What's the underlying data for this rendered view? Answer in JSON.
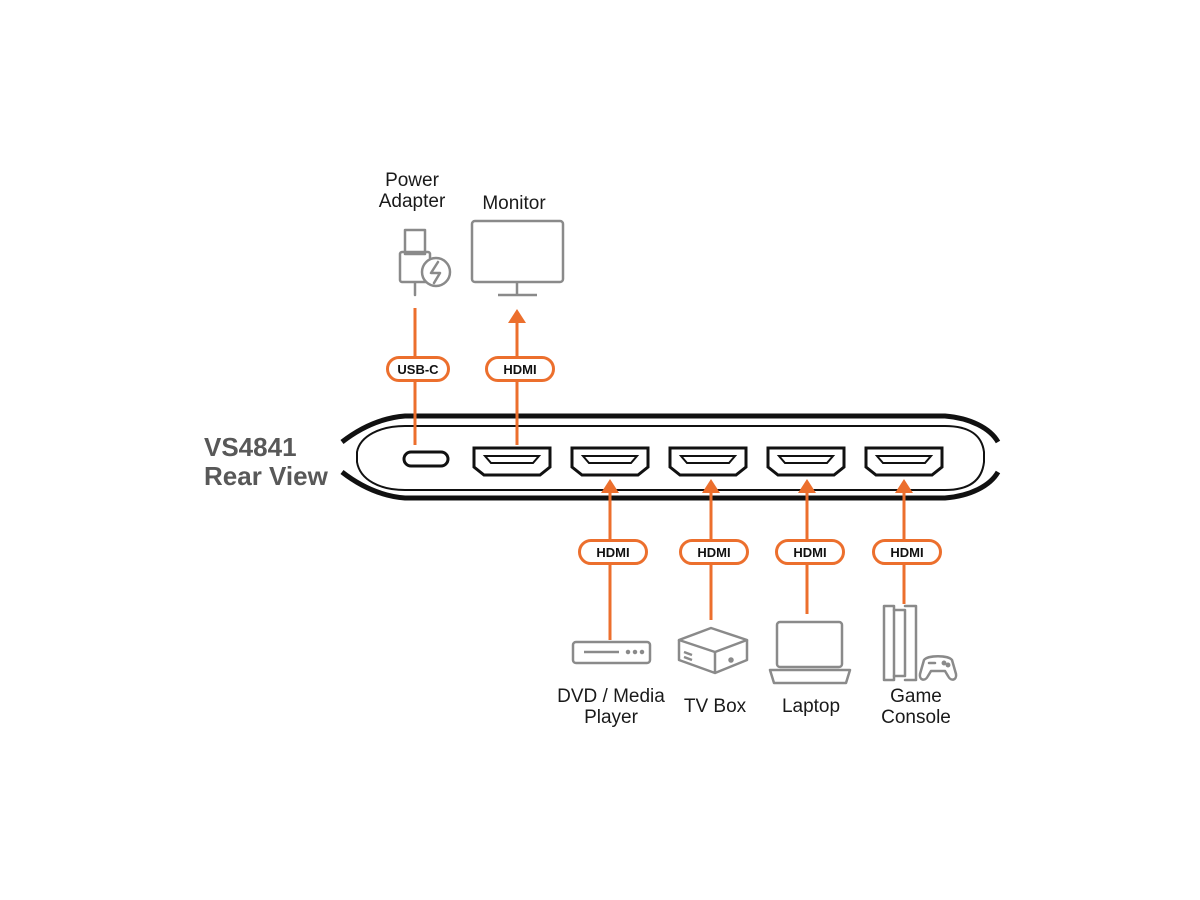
{
  "product": {
    "model": "VS4841",
    "view": "Rear View"
  },
  "colors": {
    "cable": "#ec6f2d",
    "device_outline": "#8a8a8a",
    "chassis": "#111111",
    "title": "#585858"
  },
  "top_connections": [
    {
      "device": [
        "Power",
        "Adapter"
      ],
      "icon": "power-adapter-icon",
      "cable": "USB-C",
      "port": "usb-c-port",
      "direction": "none"
    },
    {
      "device": [
        "Monitor"
      ],
      "icon": "monitor-icon",
      "cable": "HDMI",
      "port": "hdmi-out-port",
      "direction": "to-device"
    }
  ],
  "bottom_connections": [
    {
      "device": [
        "DVD / Media",
        "Player"
      ],
      "icon": "media-player-icon",
      "cable": "HDMI",
      "port": "hdmi-in-port-1",
      "direction": "to-switch"
    },
    {
      "device": [
        "TV Box"
      ],
      "icon": "tv-box-icon",
      "cable": "HDMI",
      "port": "hdmi-in-port-2",
      "direction": "to-switch"
    },
    {
      "device": [
        "Laptop"
      ],
      "icon": "laptop-icon",
      "cable": "HDMI",
      "port": "hdmi-in-port-3",
      "direction": "to-switch"
    },
    {
      "device": [
        "Game",
        "Console"
      ],
      "icon": "game-console-icon",
      "cable": "HDMI",
      "port": "hdmi-in-port-4",
      "direction": "to-switch"
    }
  ]
}
